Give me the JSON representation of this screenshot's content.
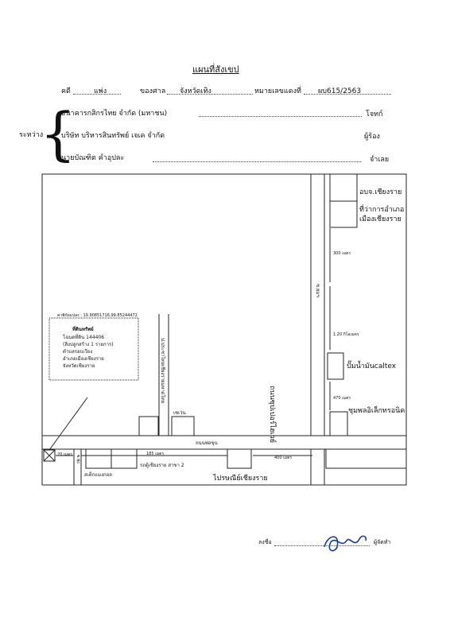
{
  "header": {
    "title": "แผนที่สังเขป",
    "case_label": "คดี",
    "case_type": "แพ่ง",
    "court_label": "ของศาล",
    "court_name": "จังหวัดเทิง",
    "red_no_label": "หมายเลขแดงที่",
    "red_no": "ผบ615/2563"
  },
  "parties": {
    "between_label": "ระหว่าง",
    "plaintiff": "ธนาคารกสิกรไทย จำกัด (มหาชน)",
    "plaintiff_role": "โจทก์",
    "petitioner": "บริษัท บริหารสินทรัพย์ เจเค จำกัด",
    "petitioner_role": "ผู้ร้อง",
    "defendant": "นายบัณฑิต คำอุปละ",
    "defendant_role": "จำเลย"
  },
  "map": {
    "coords": "ค่าพิกัดแปลง : 19.90851716,99.85244472",
    "property_title": "ที่ดินทรัพย์",
    "property_lines": [
      "โฉนดที่ดิน 144406",
      "(สิ่งปลูกสร้าง 1 รายการ)",
      "ตำบลรอบเวียง",
      "อำเภอเมืองเชียงราย",
      "จังหวัดเชียงราย"
    ],
    "labels": {
      "office_dol": "อบจ.เชียงราย",
      "district_office_1": "ที่ว่าการอำเภอ",
      "district_office_2": "เมืองเชียงราย",
      "gas_station": "ปั๊มน้ำมันcaltex",
      "electronics": "ชุมพลอิเล็กทรอนิค",
      "seven": "เซเว่น",
      "main_road": "ถนนพ่อขุน",
      "station": "รถตู้เชียงราย สาขา 2",
      "post_office": "ไปรษณีย์เชียงราย",
      "makro": "สเต็กแมงกอล",
      "vertical_road": "ถนนซุปเปอร์ไฮเวย์",
      "left_vertical_road": "ป.ประชาไทยเชียงรายมหาดไทย",
      "small_lane": "ซ.ยมฯ",
      "soi_lane": "ซ.พุ่ง"
    },
    "distances": {
      "d300": "300 เมตร",
      "d120": "1.20 กิโลเมตร",
      "d470": "470 เมตร",
      "d185": "185 เมตร",
      "d400": "400 เมตร",
      "d20": "20 เมตร"
    }
  },
  "signature": {
    "sign_label": "ลงชื่อ",
    "role": "ผู้จัดทำ"
  }
}
